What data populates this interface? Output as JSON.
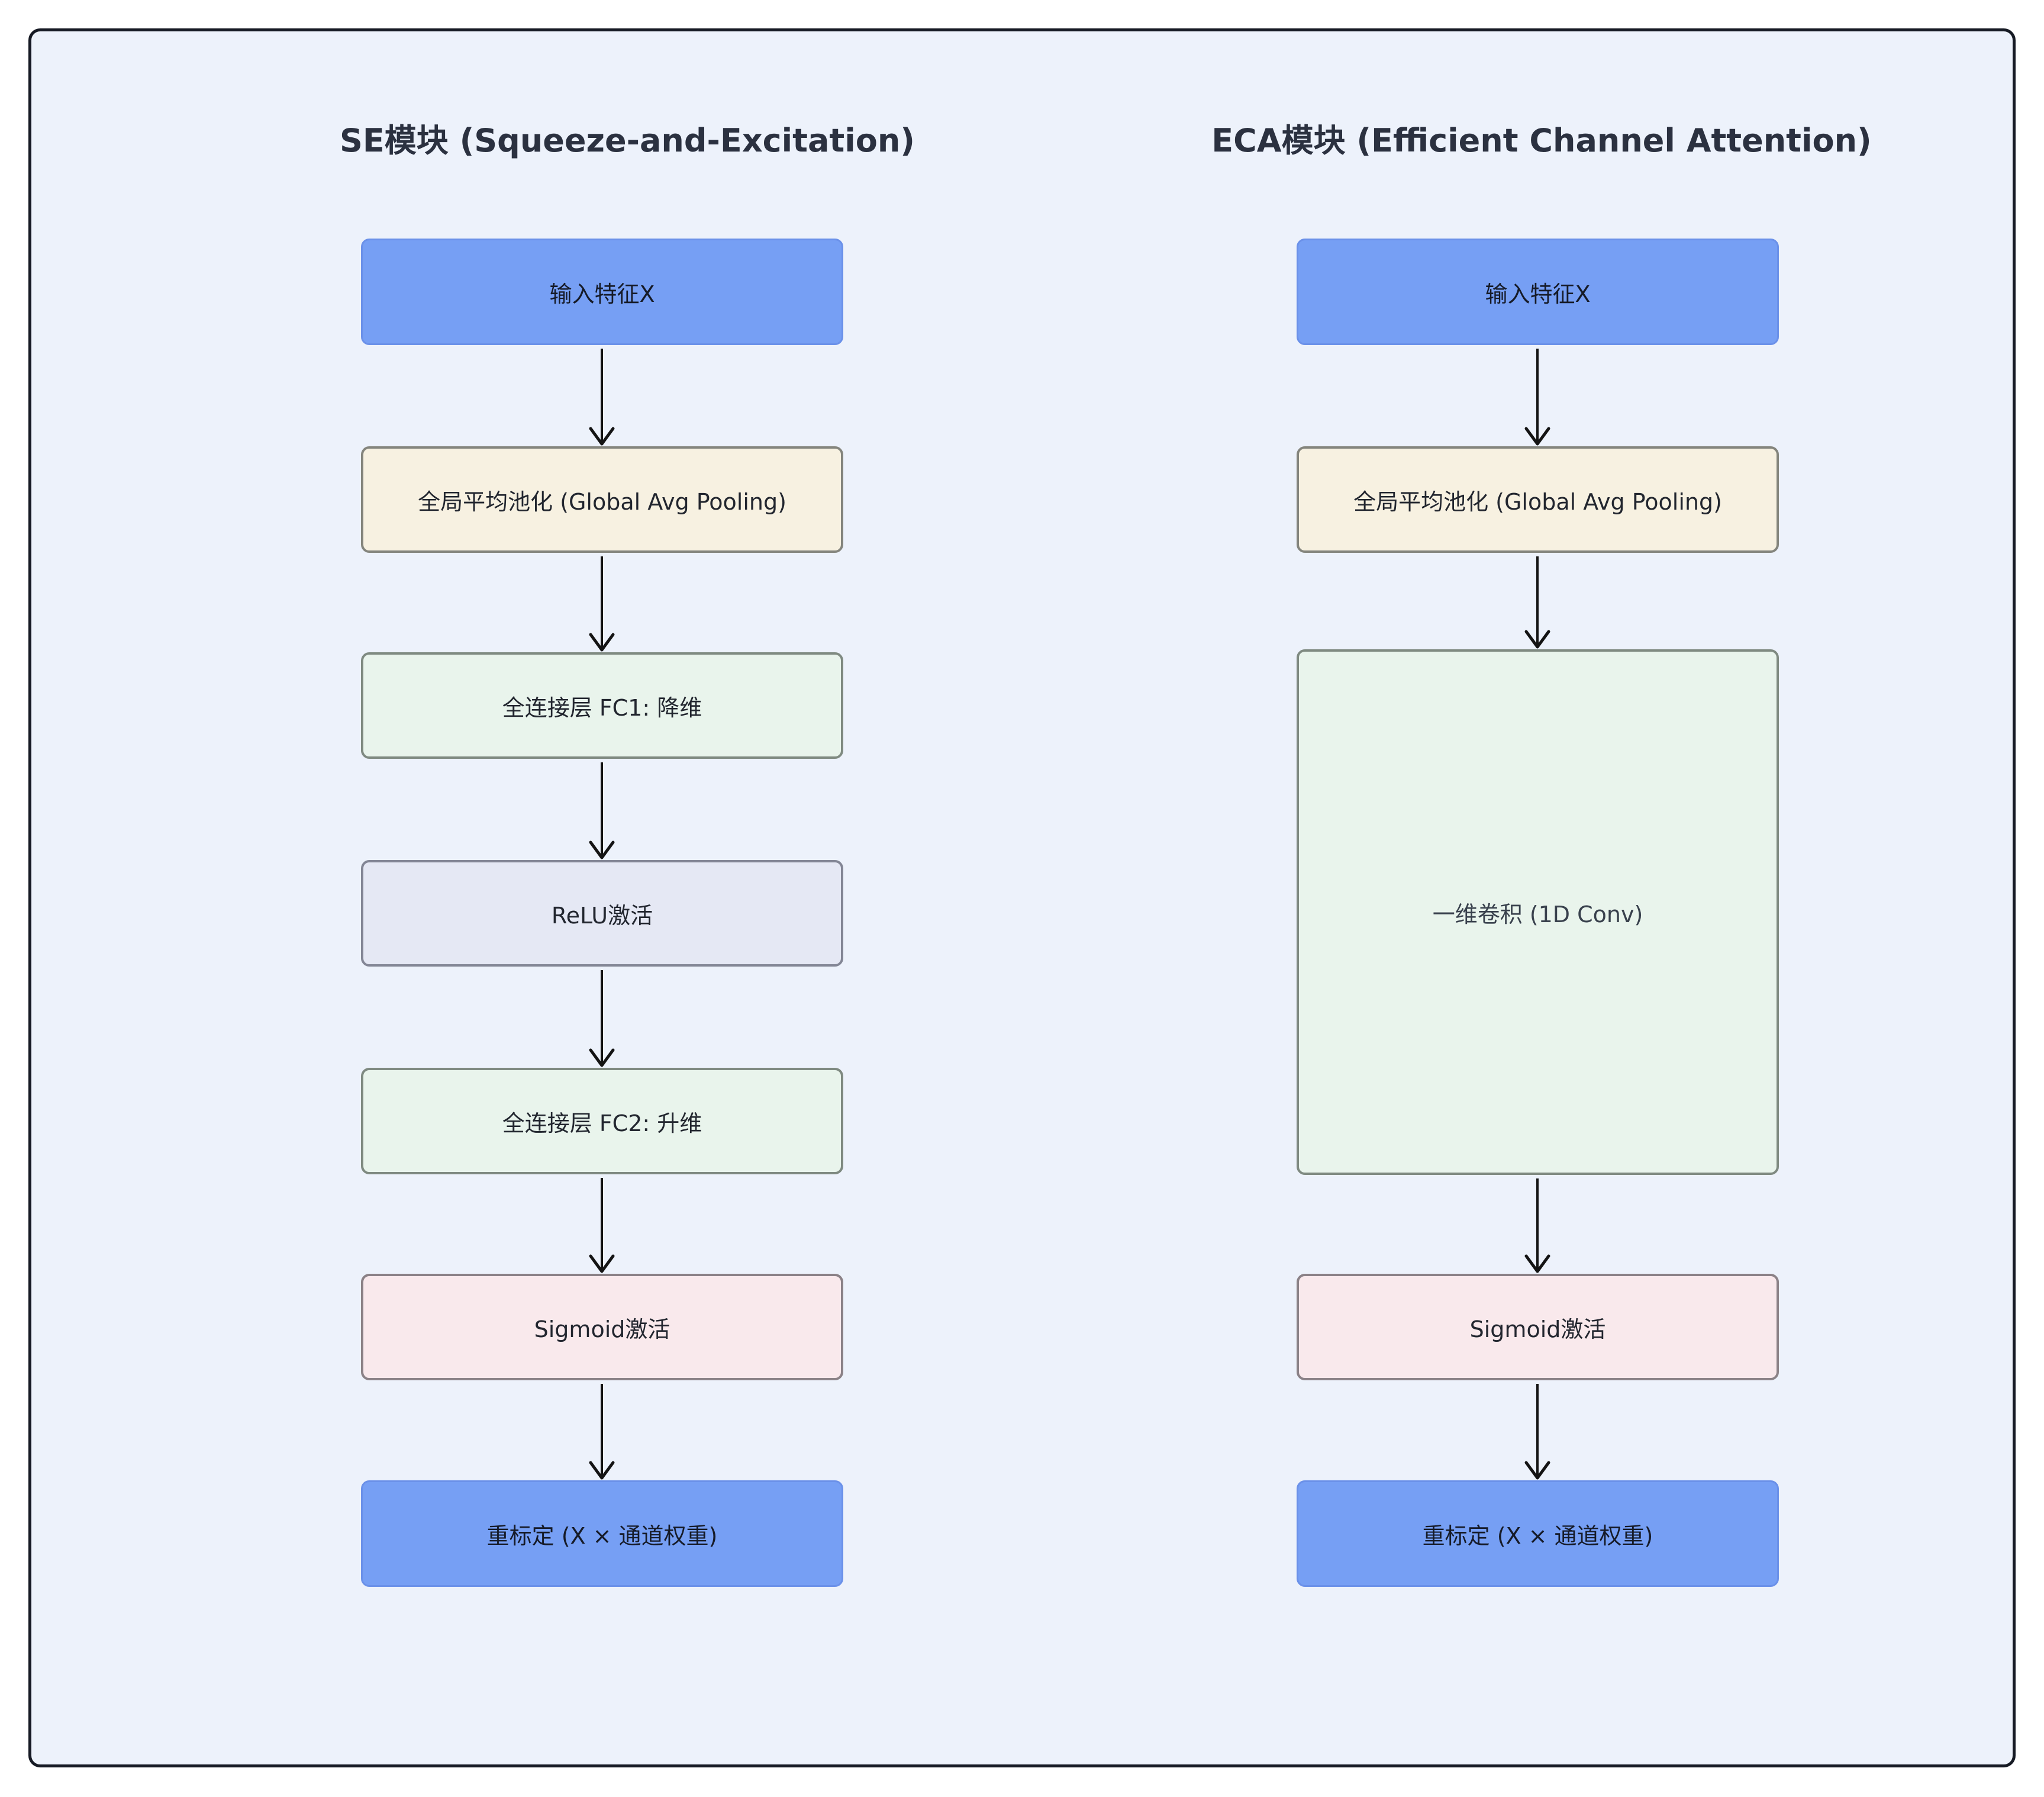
{
  "se": {
    "title": "SE模块 (Squeeze-and-Excitation)",
    "nodes": {
      "input": "输入特征X",
      "gap": "全局平均池化 (Global Avg Pooling)",
      "fc1": "全连接层 FC1: 降维",
      "relu": "ReLU激活",
      "fc2": "全连接层 FC2: 升维",
      "sigmoid": "Sigmoid激活",
      "rescale": "重标定 (X × 通道权重)"
    }
  },
  "eca": {
    "title": "ECA模块 (Efficient Channel Attention)",
    "nodes": {
      "input": "输入特征X",
      "gap": "全局平均池化 (Global Avg Pooling)",
      "conv": "一维卷积 (1D Conv)",
      "sigmoid": "Sigmoid激活",
      "rescale": "重标定 (X × 通道权重)"
    }
  },
  "colors": {
    "canvas_background": "#edf2fb",
    "canvas_border": "#161a24",
    "node_blue_fill": "#769ff4",
    "node_blue_border": "#6b91e9",
    "node_cream_fill": "#f7f1e1",
    "node_green_fill": "#e9f4ec",
    "node_lavender_fill": "#e5e8f4",
    "node_pink_fill": "#f9e9ec",
    "node_gray_border": "#84857d",
    "arrow": "#141414",
    "text": "#22262f",
    "title_text": "#2b3140"
  }
}
